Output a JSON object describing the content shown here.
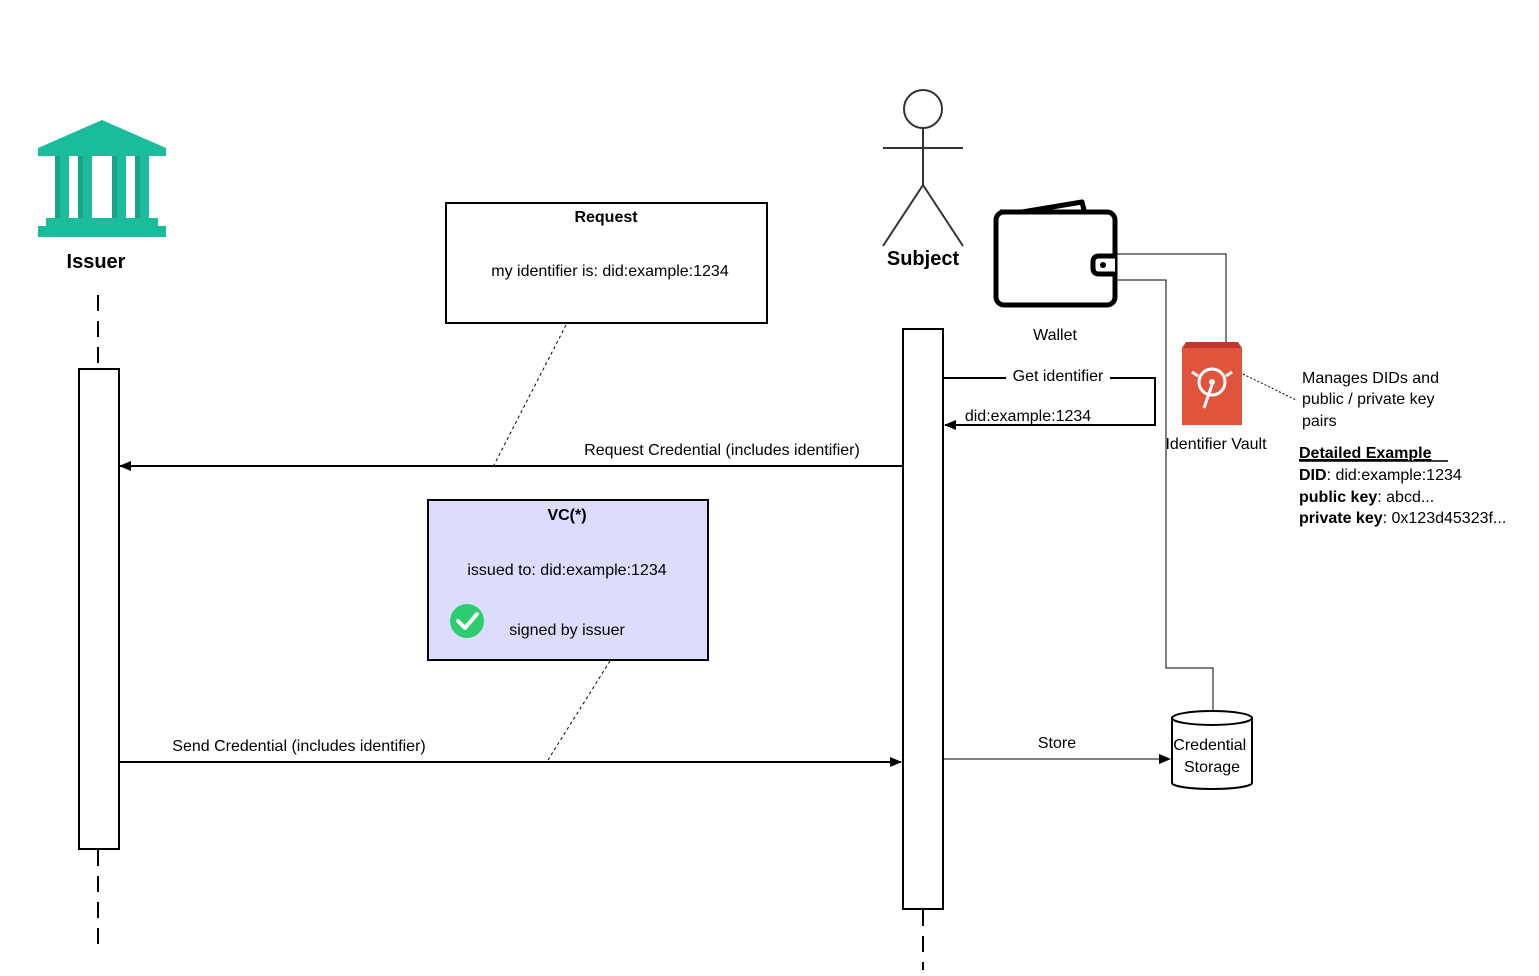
{
  "actors": {
    "issuer": {
      "label": "Issuer",
      "icon": "bank-icon",
      "color": "#1abc9c"
    },
    "subject": {
      "label": "Subject",
      "icon": "person-icon"
    }
  },
  "wallet": {
    "label": "Wallet",
    "icon": "wallet-icon"
  },
  "vault": {
    "label": "Identifier Vault",
    "icon": "vault-icon",
    "color": "#e0533d",
    "note": [
      "Manages DIDs and",
      "public / private key",
      "pairs"
    ]
  },
  "storage": {
    "label": [
      "Credential",
      "Storage"
    ],
    "icon": "database-icon"
  },
  "detailed_example": {
    "title": "Detailed Example",
    "did_label": "DID",
    "did_value": ": did:example:1234",
    "public_label": "public key",
    "public_value": ": abcd...",
    "private_label": "private key",
    "private_value": ": 0x123d45323f..."
  },
  "request_box": {
    "title": "Request",
    "body": "my identifier is: did:example:1234"
  },
  "vc_box": {
    "title": "VC(*)",
    "issued_to": "issued to: did:example:1234",
    "signed_by": "signed by issuer",
    "fill": "#dcdcfc",
    "check_color": "#2ecc71"
  },
  "messages": {
    "get_identifier": "Get identifier",
    "return_identifier": "did:example:1234",
    "request_credential": "Request Credential (includes identifier)",
    "send_credential": "Send Credential (includes identifier)",
    "store": "Store"
  }
}
